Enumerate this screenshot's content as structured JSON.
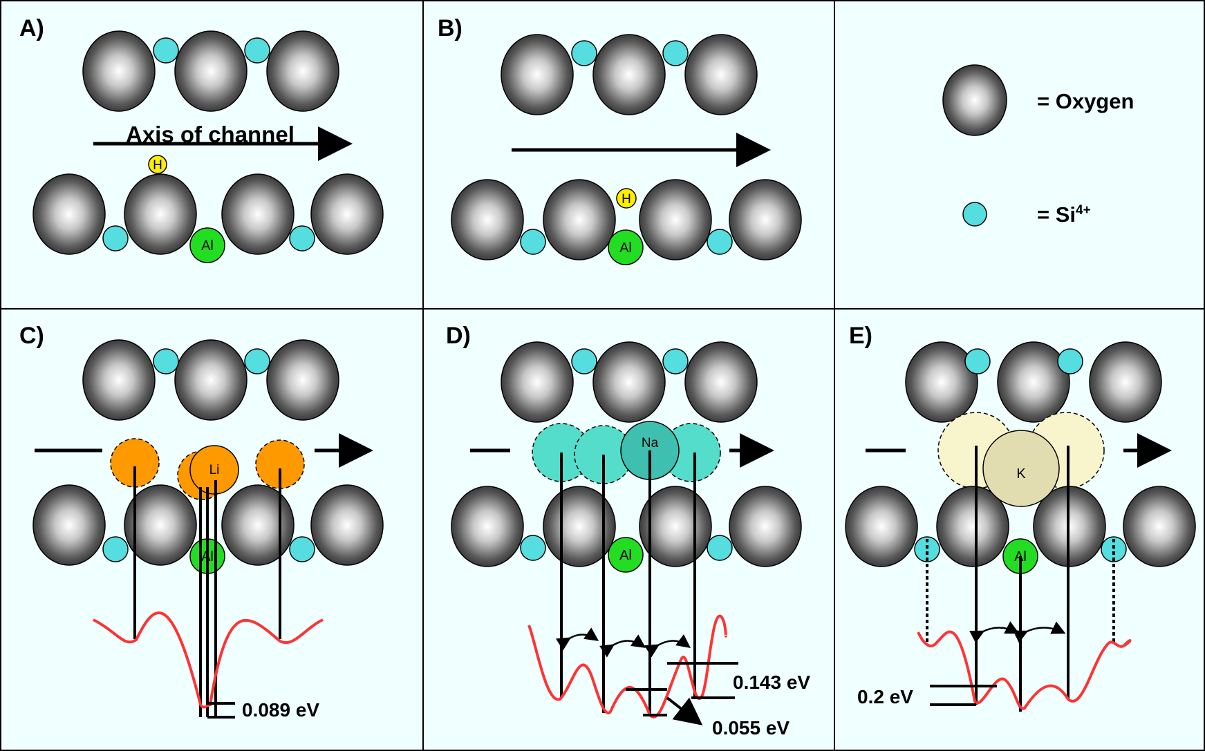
{
  "panels": {
    "a": {
      "label": "A)",
      "axis_text": "Axis of channel",
      "h_label": "H",
      "al_label": "Al"
    },
    "b": {
      "label": "B)",
      "h_label": "H",
      "al_label": "Al"
    },
    "c": {
      "label": "C)",
      "ion_label": "Li",
      "al_label": "Al",
      "energy": "0.089 eV"
    },
    "d": {
      "label": "D)",
      "ion_label": "Na",
      "al_label": "Al",
      "energy_1": "0.143 eV",
      "energy_2": "0.055 eV"
    },
    "e": {
      "label": "E)",
      "ion_label": "K",
      "al_label": "Al",
      "energy": "0.2 eV"
    }
  },
  "legend": {
    "oxygen": "= Oxygen",
    "si": "= Si",
    "si_charge": "4+"
  },
  "colors": {
    "background": "#f0ffff",
    "oxygen_dark": "#2a2a2a",
    "silicon": "#55dde0",
    "aluminium": "#22dd22",
    "hydrogen": "#ffee00",
    "lithium": "#ff9900",
    "sodium": "#55ddcc",
    "potassium": "#f8f4cc",
    "potential_curve": "#ff3333"
  }
}
